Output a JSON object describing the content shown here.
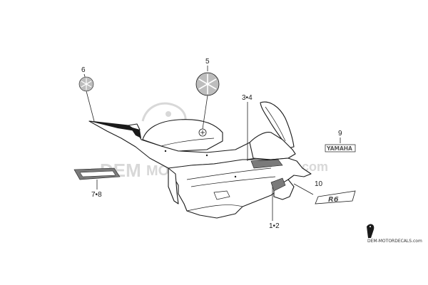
{
  "diagram": {
    "callouts": {
      "c6": "6",
      "c5": "5",
      "c34": "3•4",
      "c9": "9",
      "c10": "10",
      "c78": "7•8",
      "c12": "1•2"
    },
    "decals": {
      "side_brand": "YAMAHA",
      "stripe_text": "R6"
    },
    "watermark": {
      "left": "DEM",
      "right": ".com",
      "middle": "MOTODECALS"
    },
    "footer_text": "DEM-MOTORDECALS.com",
    "colors": {
      "line": "#1a1a1a",
      "decal_fill": "#7a7a7a",
      "watermark": "#d4d4d4"
    }
  }
}
